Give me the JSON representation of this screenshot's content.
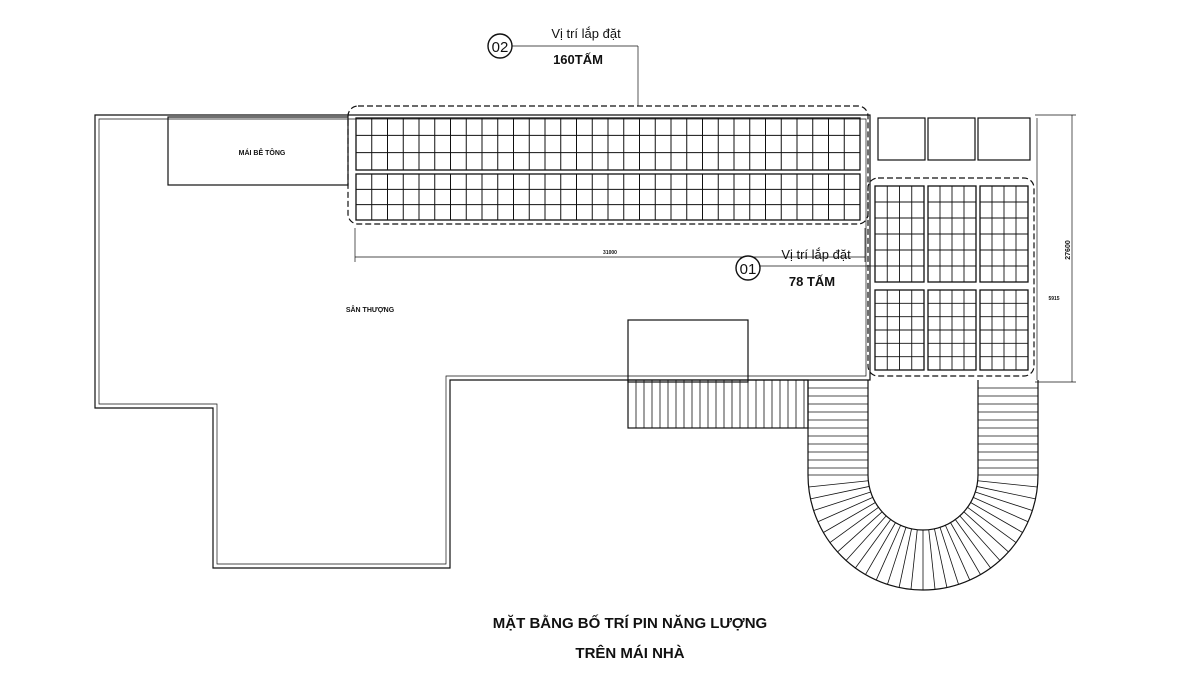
{
  "labels": {
    "roof_concrete": "MÁI BÊ TÔNG",
    "terrace": "SÂN THƯỢNG",
    "dim_horizontal": "31000",
    "dim_vertical": "27600",
    "dim_vertical_small": "5915"
  },
  "callouts": [
    {
      "id": "02",
      "title": "Vị trí lắp đặt",
      "count": "160TẤM"
    },
    {
      "id": "01",
      "title": "Vị trí lắp đặt",
      "count": "78 TẤM"
    }
  ],
  "caption": {
    "line1": "MẶT BẰNG BỐ TRÍ PIN NĂNG LƯỢNG",
    "line2": "TRÊN MÁI NHÀ"
  }
}
